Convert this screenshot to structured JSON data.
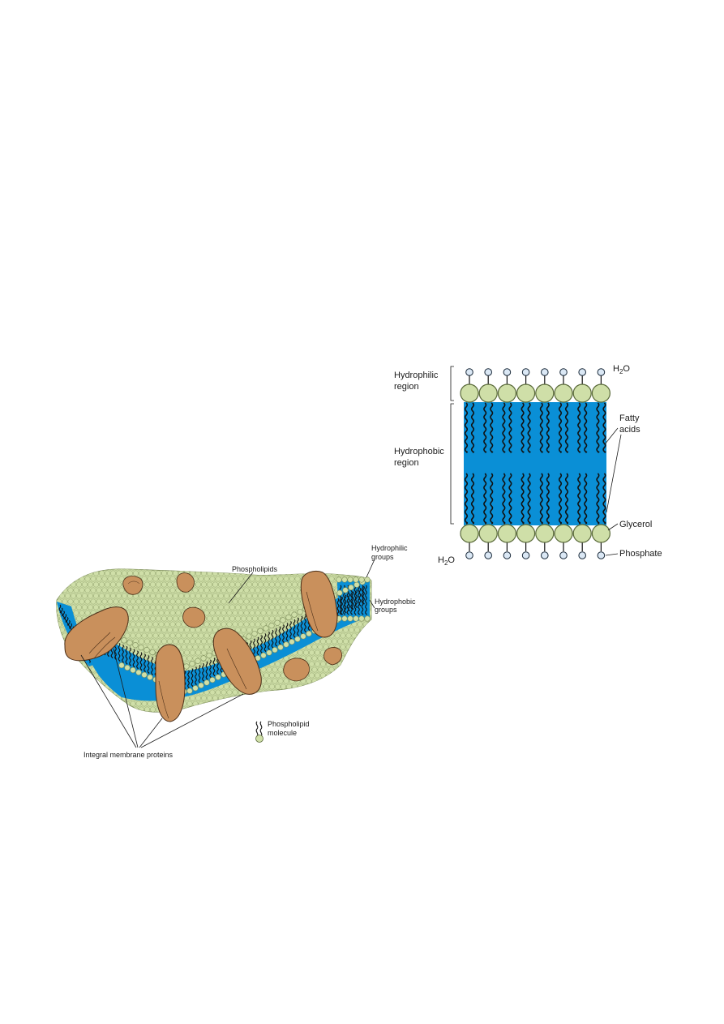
{
  "bilayer_section": {
    "labels": {
      "hydrophilic_region": [
        "Hydrophilic",
        "region"
      ],
      "hydrophobic_region": [
        "Hydrophobic",
        "region"
      ],
      "water_top": "H",
      "water_top_sub": "2",
      "water_top_tail": "O",
      "water_bottom": "H",
      "water_bottom_sub": "2",
      "water_bottom_tail": "O",
      "fatty_acids": [
        "Fatty",
        "acids"
      ],
      "glycerol": "Glycerol",
      "phosphate": "Phosphate"
    },
    "molecules_per_layer": 8
  },
  "membrane_sheet": {
    "labels": {
      "phospholipids": "Phospholipids",
      "hydrophilic_groups": [
        "Hydrophilic",
        "groups"
      ],
      "hydrophobic_groups": [
        "Hydrophobic",
        "groups"
      ],
      "phospholipid_molecule": [
        "Phospholipid",
        "molecule"
      ],
      "integral_membrane_proteins": "Integral membrane proteins"
    }
  },
  "colors": {
    "hydrophobic_blue": "#0a8fd6",
    "head_green": "#cfdfa8",
    "head_outline": "#5a6a3a",
    "phosphate_blue": "#dbe8f5",
    "protein_brown": "#c9905c",
    "protein_outline": "#4a2e18"
  }
}
